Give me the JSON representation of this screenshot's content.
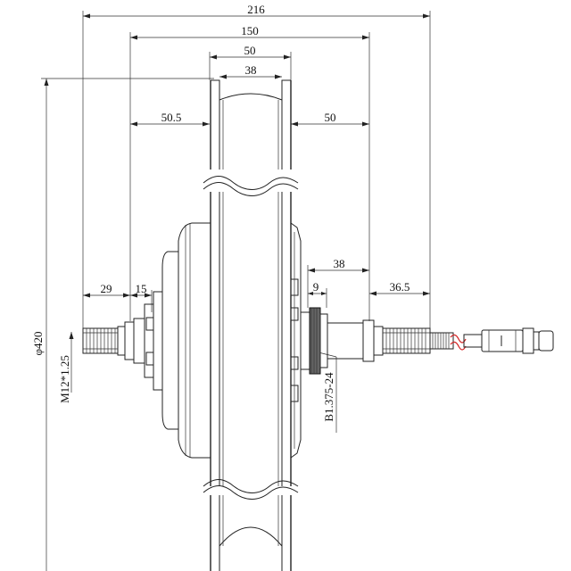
{
  "drawing": {
    "dims": {
      "overall_width": "216",
      "axle_span": "150",
      "rim_outer": "50",
      "rim_inner": "38",
      "left_offset": "50.5",
      "right_offset": "50",
      "left_thread": "29",
      "left_flat": "15",
      "right_span": "38",
      "right_spacer": "9",
      "right_thread": "36.5",
      "diameter": "φ420",
      "thread_spec": "M12*1.25",
      "freewheel_thread": "B1.375-24"
    },
    "colors": {
      "line": "#222222",
      "cable_red": "#d22020",
      "cable_sleeve": "#555555"
    }
  }
}
